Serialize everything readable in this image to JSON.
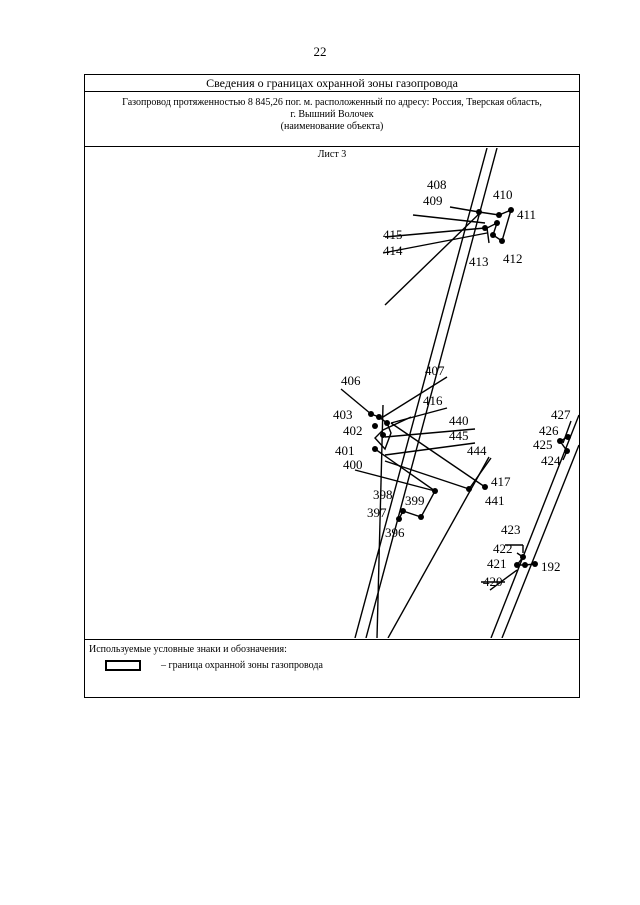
{
  "page_number": "22",
  "header": {
    "title": "Сведения о границах охранной зоны газопровода",
    "description_line1": "Газопровод протяженностью 8 845,26 пог. м. расположенный по адресу: Россия, Тверская область,",
    "description_line2": "г. Вышний Волочек",
    "description_line3": "(наименование объекта)"
  },
  "sheet_label": "Лист 3",
  "map_points": {
    "p396": "396",
    "p397": "397",
    "p398": "398",
    "p399": "399",
    "p400": "400",
    "p401": "401",
    "p402": "402",
    "p403": "403",
    "p406": "406",
    "p407": "407",
    "p408": "408",
    "p409": "409",
    "p410": "410",
    "p411": "411",
    "p412": "412",
    "p413": "413",
    "p414": "414",
    "p415": "415",
    "p416": "416",
    "p417": "417",
    "p440": "440",
    "p441": "441",
    "p444": "444",
    "p445": "445",
    "p420": "420",
    "p421": "421",
    "p422": "422",
    "p423": "423",
    "p424": "424",
    "p425": "425",
    "p426": "426",
    "p427": "427",
    "p192": "192"
  },
  "legend": {
    "title": "Используемые условные знаки и обозначения:",
    "boundary_label": "–  граница охранной зоны газопровода"
  }
}
